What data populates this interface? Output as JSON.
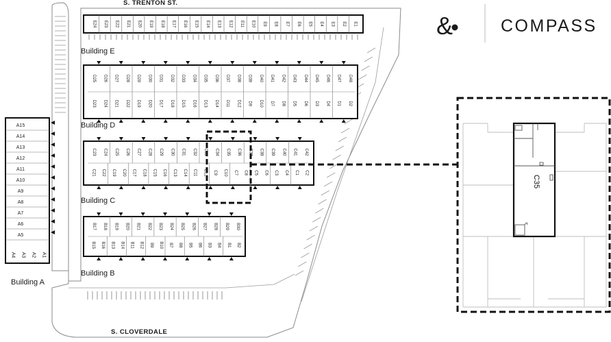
{
  "streets": {
    "north": "S. TRENTON ST.",
    "south": "S. CLOVERDALE"
  },
  "brand": {
    "name": "COMPASS",
    "mark": "&",
    "color": "#1a1a1a"
  },
  "buildings": [
    {
      "label": "Building E",
      "units": [
        "E24",
        "E23",
        "E22",
        "E21",
        "E20",
        "E19",
        "E18",
        "E17",
        "E16",
        "E15",
        "E14",
        "E13",
        "E12",
        "E11",
        "E10",
        "E9",
        "E8",
        "E7",
        "E6",
        "E5",
        "E4",
        "E3",
        "E2",
        "E1"
      ]
    },
    {
      "label": "Building D",
      "units_top": [
        "D25",
        "D26",
        "D27",
        "D28",
        "D29",
        "D30",
        "D31",
        "D32",
        "D33",
        "D34",
        "D35",
        "D36",
        "D37",
        "D38",
        "D39",
        "D40",
        "D41",
        "D42",
        "D43",
        "D44",
        "D45",
        "D46",
        "D47",
        "D48"
      ],
      "units_bottom": [
        "D23",
        "D24",
        "D21",
        "D22",
        "D19",
        "D20",
        "D17",
        "D18",
        "D15",
        "D16",
        "D13",
        "D14",
        "D11",
        "D12",
        "D9",
        "D10",
        "D7",
        "D8",
        "D5",
        "D6",
        "D3",
        "D4",
        "D1",
        "D2"
      ]
    },
    {
      "label": "Building C",
      "units_top": [
        "C23",
        "C24",
        "C25",
        "C26",
        "C27",
        "C28",
        "C29",
        "C30",
        "C31",
        "C32",
        "C33",
        "C34",
        "C35",
        "C36",
        "C37",
        "C38",
        "C39",
        "C40",
        "C41",
        "C42"
      ],
      "units_bottom": [
        "C21",
        "C22",
        "C19",
        "C20",
        "C17",
        "C18",
        "C15",
        "C16",
        "C13",
        "C14",
        "C11",
        "C12",
        "C9",
        "C10",
        "C7",
        "C8",
        "C5",
        "C6",
        "C3",
        "C4",
        "C1",
        "C2"
      ]
    },
    {
      "label": "Building B",
      "units_top": [
        "B17",
        "B18",
        "B19",
        "B20",
        "B21",
        "B22",
        "B23",
        "B24",
        "B25",
        "B26",
        "B27",
        "B28",
        "B29",
        "B30"
      ],
      "units_bottom": [
        "B15",
        "B16",
        "B13",
        "B14",
        "B11",
        "B12",
        "B9",
        "B10",
        "B7",
        "B8",
        "B5",
        "B6",
        "B3",
        "B4",
        "B1",
        "B2"
      ]
    },
    {
      "label": "Building A",
      "units": [
        "A15",
        "A14",
        "A13",
        "A12",
        "A11",
        "A10",
        "A9",
        "A8",
        "A7",
        "A6",
        "A5",
        "A4",
        "A3",
        "A2",
        "A1"
      ]
    }
  ],
  "highlight": {
    "unit": "C35",
    "border_color": "#111111"
  }
}
